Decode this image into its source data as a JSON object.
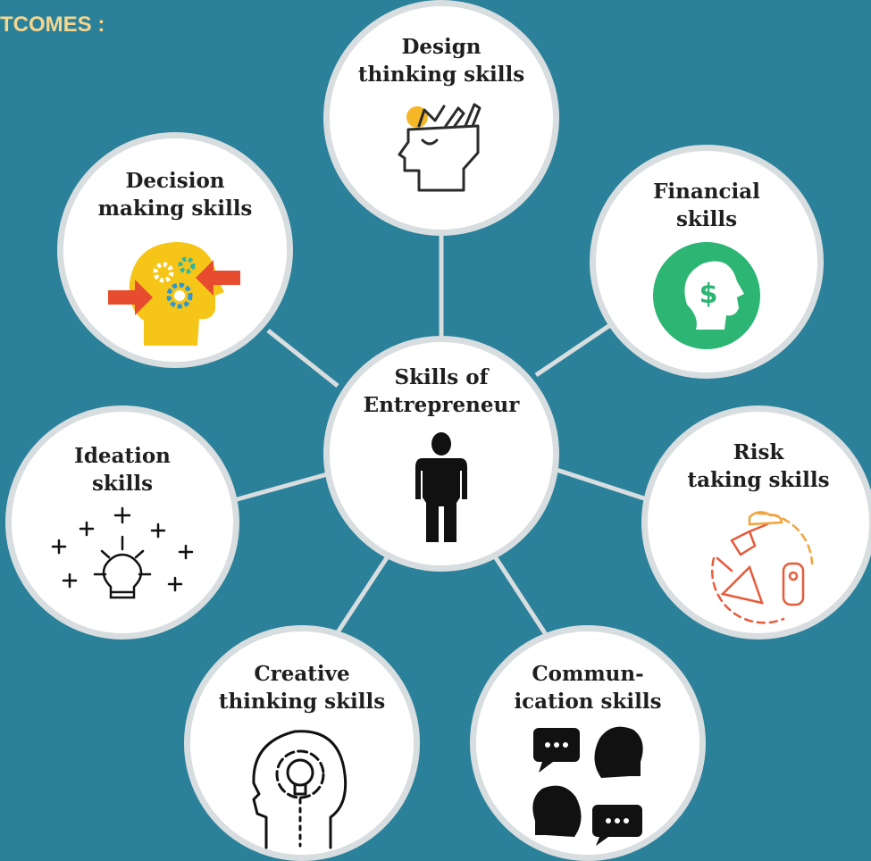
{
  "heading": "TCOMES :",
  "colors": {
    "background": "#2a8199",
    "node_fill": "#ffffff",
    "node_border": "#d8dde0",
    "heading": "#f6d68f"
  },
  "center": {
    "line1": "Skills of",
    "line2": "Entrepreneur",
    "icon": "person-icon"
  },
  "skills": {
    "design": {
      "line1": "Design",
      "line2": "thinking skills",
      "icon": "head-tools-icon"
    },
    "financial": {
      "line1": "Financial",
      "line2": "skills",
      "icon": "head-dollar-icon"
    },
    "risk": {
      "line1": "Risk",
      "line2": "taking skills",
      "icon": "risk-icon"
    },
    "communication": {
      "line1": "Commun-",
      "line2": "ication skills",
      "icon": "speech-heads-icon"
    },
    "creative": {
      "line1": "Creative",
      "line2": "thinking skills",
      "icon": "head-bulb-gear-icon"
    },
    "ideation": {
      "line1": "Ideation",
      "line2": "skills",
      "icon": "lightbulb-icon"
    },
    "decision": {
      "line1": "Decision",
      "line2": "making skills",
      "icon": "head-gears-icon"
    }
  }
}
